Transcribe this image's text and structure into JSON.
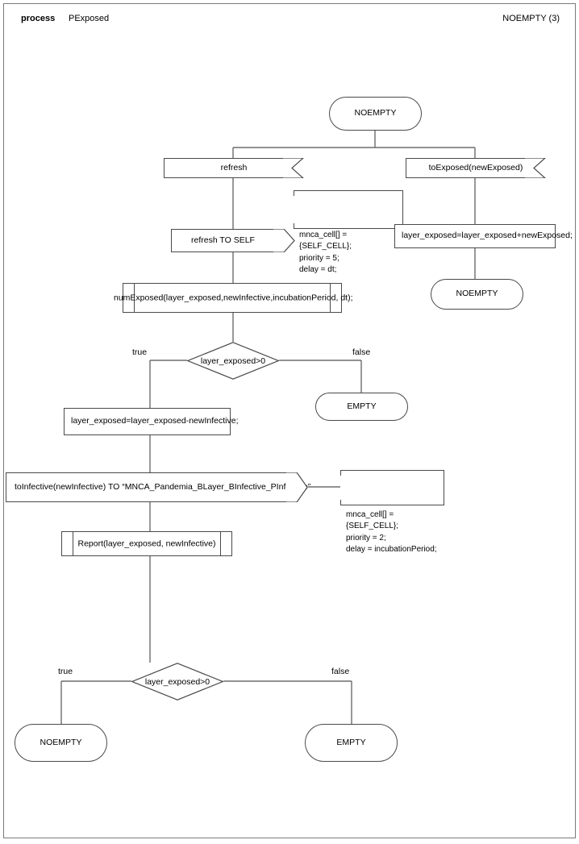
{
  "page": {
    "header": {
      "kind": "process",
      "name": "PExposed",
      "state_ref": "NOEMPTY (3)"
    },
    "border_color": "#7a7a7a",
    "line_color": "#6d6d6d",
    "shape_stroke": "#4a4a4a"
  },
  "diagram": {
    "type": "sdl-process-flowchart",
    "nodes": {
      "state_start": {
        "label": "NOEMPTY",
        "kind": "state"
      },
      "input_refresh": {
        "label": "refresh",
        "kind": "input"
      },
      "input_to_exposed": {
        "label": "toExposed(newExposed)",
        "kind": "input"
      },
      "output_refresh_self": {
        "label": "refresh TO SELF",
        "kind": "output"
      },
      "task_add_exposed": {
        "label": "layer_exposed=layer_exposed+newExposed;",
        "kind": "task"
      },
      "state_noempty_right": {
        "label": "NOEMPTY",
        "kind": "state"
      },
      "proc_num_exposed": {
        "label": "numExposed(layer_exposed,newInfective,incubationPeriod, dt);",
        "kind": "procedure-call"
      },
      "decision_top": {
        "label": "layer_exposed>0",
        "kind": "decision"
      },
      "decision_top_true": "true",
      "decision_top_false": "false",
      "state_empty_top": {
        "label": "EMPTY",
        "kind": "state"
      },
      "task_sub_infective": {
        "label": "layer_exposed=layer_exposed-newInfective;",
        "kind": "task"
      },
      "output_to_infective": {
        "label": "toInfective(newInfective) TO “MNCA_Pandemia_BLayer_BInfective_PInfective”",
        "kind": "output"
      },
      "proc_report": {
        "label": "Report(layer_exposed, newInfective)",
        "kind": "procedure-call"
      },
      "decision_bottom": {
        "label": "layer_exposed>0",
        "kind": "decision"
      },
      "decision_bottom_true": "true",
      "decision_bottom_false": "false",
      "state_noempty_bottom": {
        "label": "NOEMPTY",
        "kind": "state"
      },
      "state_empty_bottom": {
        "label": "EMPTY",
        "kind": "state"
      }
    },
    "notes": {
      "note_refresh": "mnca_cell[] = {SELF_CELL};\npriority = 5;\ndelay = dt;",
      "note_infective": "mnca_cell[] = {SELF_CELL};\npriority = 2;\ndelay = incubationPeriod;"
    }
  }
}
